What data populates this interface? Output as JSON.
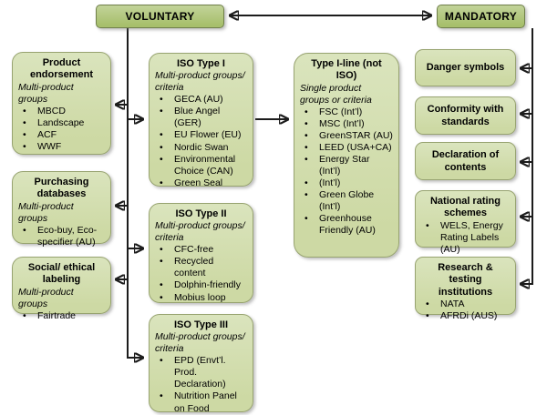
{
  "header": {
    "voluntary_label": "VOLUNTARY",
    "mandatory_label": "MANDATORY"
  },
  "boxes": {
    "product_endorsement": {
      "title": "Product endorsement",
      "subtitle": "Multi-product groups",
      "bullets": [
        "MBCD",
        "Landscape",
        "ACF",
        "WWF"
      ]
    },
    "purchasing_databases": {
      "title": "Purchasing databases",
      "subtitle": "Multi-product groups",
      "bullets": [
        "Eco-buy, Eco-specifier (AU)"
      ]
    },
    "social_ethical_labeling": {
      "title": "Social/ ethical labeling",
      "subtitle": "Multi-product groups",
      "bullets": [
        "Fairtrade"
      ]
    },
    "iso_type_1": {
      "title": "ISO Type I",
      "subtitle": "Multi-product groups/ criteria",
      "bullets": [
        "GECA (AU)",
        "Blue Angel (GER)",
        "EU Flower (EU)",
        "Nordic Swan",
        "Environmental Choice (CAN)",
        "Green Seal"
      ]
    },
    "iso_type_2": {
      "title": "ISO Type II",
      "subtitle": "Multi-product groups/ criteria",
      "bullets": [
        "CFC-free",
        "Recycled content",
        "Dolphin-friendly",
        "Mobius loop"
      ]
    },
    "iso_type_3": {
      "title": "ISO Type III",
      "subtitle": "Multi-product groups/ criteria",
      "bullets": [
        "EPD (Envt’l. Prod. Declaration)",
        "Nutrition Panel on Food"
      ]
    },
    "type_1_line": {
      "title": "Type I-line (not ISO)",
      "subtitle": "Single product groups or criteria",
      "bullets": [
        "FSC (Int’l)",
        "MSC (Int’l)",
        "GreenSTAR (AU)",
        "LEED (USA+CA)",
        "Energy Star (Int’l)",
        "(Int’l)",
        "Green Globe (Int’l)",
        "Greenhouse Friendly (AU)"
      ]
    },
    "danger_symbols": {
      "title": "Danger symbols"
    },
    "conformity_with_standards": {
      "title": "Conformity with standards"
    },
    "declaration_of_contents": {
      "title": "Declaration of contents"
    },
    "national_rating_schemes": {
      "title": "National rating schemes",
      "bullets": [
        "WELS, Energy Rating Labels (AU)"
      ]
    },
    "research_testing_institutions": {
      "title": "Research & testing institutions",
      "bullets": [
        "NATA",
        "AFRDi (AUS)"
      ]
    }
  },
  "colors": {
    "header_fill": "#a7bf6c",
    "header_fill_top": "#c2d399",
    "header_border": "#6f7f4a",
    "box_fill": "#cdd9a4",
    "box_fill_top": "#dae4bd",
    "box_border": "#97a370",
    "arrow": "#1c1c1c",
    "text": "#000000",
    "background": "#ffffff"
  }
}
